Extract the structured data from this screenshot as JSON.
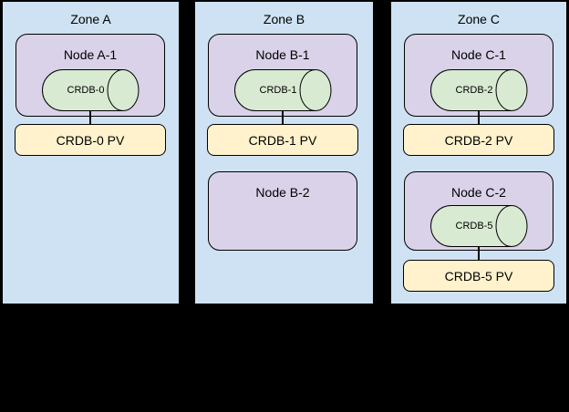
{
  "zones": [
    {
      "name": "Zone A",
      "nodes": [
        {
          "name": "Node A-1",
          "crdb": "CRDB-0",
          "pv": "CRDB-0 PV"
        }
      ]
    },
    {
      "name": "Zone B",
      "nodes": [
        {
          "name": "Node B-1",
          "crdb": "CRDB-1",
          "pv": "CRDB-1 PV"
        },
        {
          "name": "Node B-2"
        }
      ]
    },
    {
      "name": "Zone C",
      "nodes": [
        {
          "name": "Node C-1",
          "crdb": "CRDB-2",
          "pv": "CRDB-2 PV"
        },
        {
          "name": "Node C-2",
          "crdb": "CRDB-5",
          "pv": "CRDB-5 PV"
        }
      ]
    }
  ],
  "colors": {
    "background": "#000000",
    "zone_fill": "#cfe2f3",
    "node_fill": "#d9d2e9",
    "cylinder_fill": "#d9ead3",
    "pv_fill": "#fff2cc",
    "stroke": "#000000"
  }
}
